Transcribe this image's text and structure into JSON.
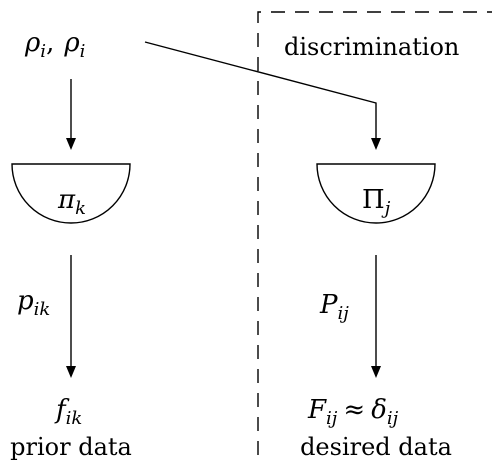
{
  "source_state": {
    "rho": "ρ",
    "sub_i": "i",
    "comma": ","
  },
  "region_label": "discrimination",
  "left_branch": {
    "measurement": {
      "symbol": "π",
      "sub": "k"
    },
    "probability": {
      "symbol": "p",
      "sub": "ik"
    },
    "result": {
      "symbol": "f",
      "sub": "ik"
    },
    "caption": "prior data"
  },
  "right_branch": {
    "measurement": {
      "symbol": "Π",
      "sub": "j"
    },
    "probability": {
      "symbol": "P",
      "sub": "ij"
    },
    "result": {
      "lhs": "F",
      "lhs_sub": "ij",
      "approx": "≈",
      "rhs": "δ",
      "rhs_sub": "ij"
    },
    "caption": "desired data"
  }
}
